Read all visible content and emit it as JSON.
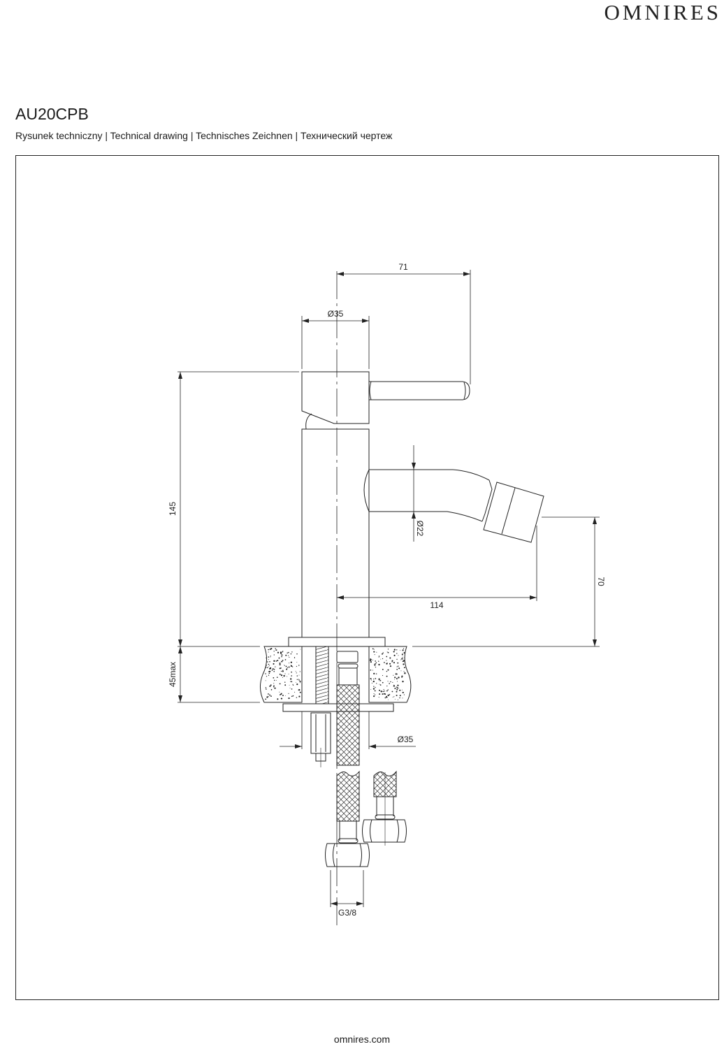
{
  "header": {
    "brand": "OMNIRES",
    "product_code": "AU20CPB",
    "subtitle": "Rysunek techniczny | Technical drawing | Technisches Zeichnen | Технический чертеж"
  },
  "drawing": {
    "dimensions": {
      "lever_reach": "71",
      "handle_diameter": "Ø35",
      "total_height": "145",
      "spout_diameter": "Ø22",
      "spout_height": "70",
      "spout_reach": "114",
      "max_counter_thickness": "45max",
      "hole_diameter": "Ø35",
      "connection_thread": "G3/8"
    }
  },
  "footer": {
    "website": "omnires.com"
  }
}
